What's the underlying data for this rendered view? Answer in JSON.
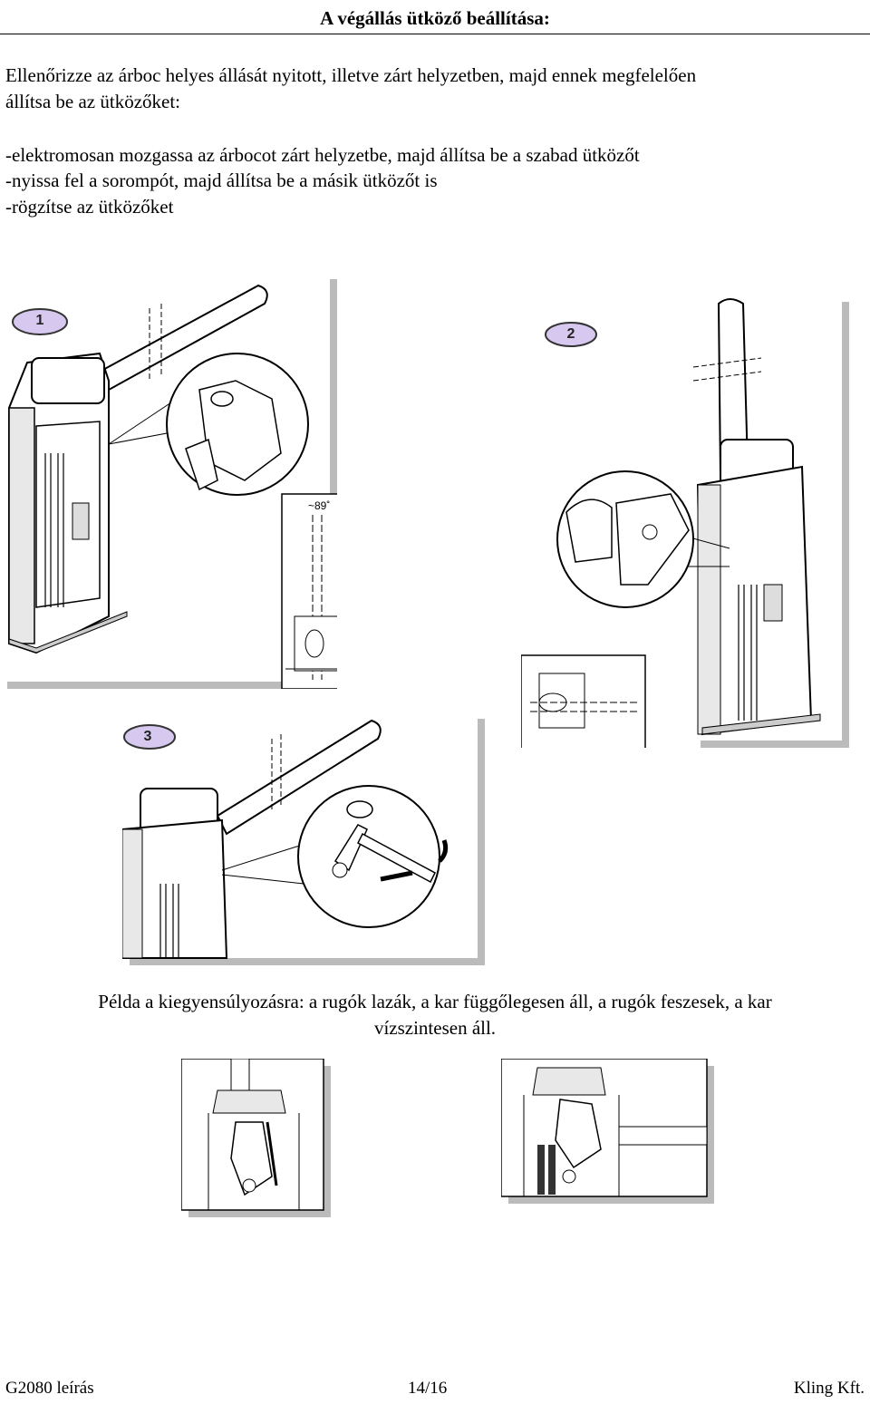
{
  "page": {
    "title": "A végállás ütköző beállítása:",
    "intro_line1": "Ellenőrizze az árboc helyes állását nyitott, illetve zárt helyzetben, majd ennek megfelelően",
    "intro_line2": "állítsa be az ütközőket:",
    "steps": [
      "-elektromosan mozgassa az árbocot zárt helyzetbe, majd állítsa be a szabad ütközőt",
      "-nyissa fel a sorompót, majd állítsa be a másik ütközőt is",
      "-rögzítse az ütközőket"
    ]
  },
  "figures": {
    "badge1": "1",
    "badge2": "2",
    "badge3": "3",
    "angle_label": "~89˚"
  },
  "caption": {
    "line1": "Példa a kiegyensúlyozásra: a rugók lazák, a kar függőlegesen áll, a rugók feszesek, a kar",
    "line2": "vízszintesen áll."
  },
  "footer": {
    "left": "G2080 leírás",
    "center": "14/16",
    "right": "Kling Kft."
  }
}
